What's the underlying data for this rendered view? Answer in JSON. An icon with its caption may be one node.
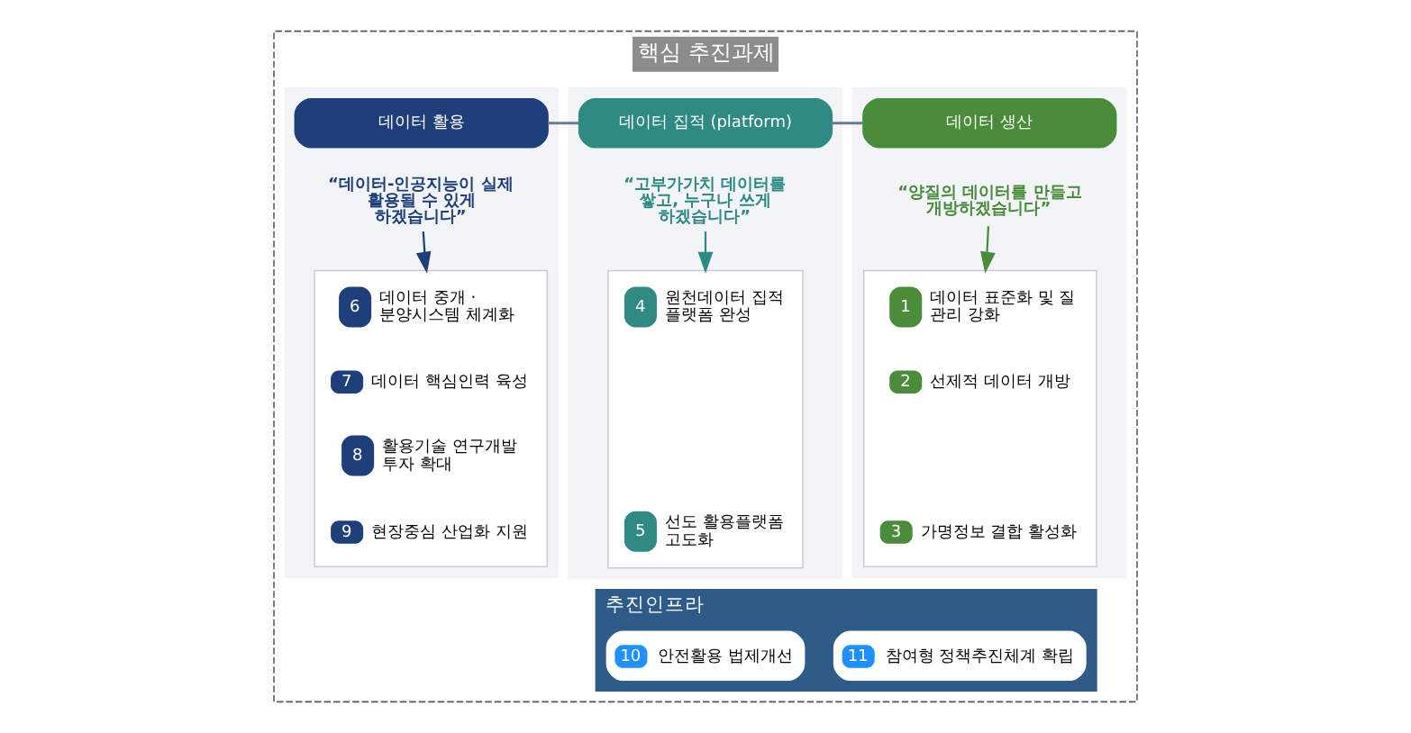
{
  "diagram": {
    "nodes": [
      {
        "text": [
          "핵심 추진과제"
        ]
      },
      {
        "text": [],
        "shape": "box",
        "in": 0
      },
      {
        "text": [
          "데이터 생산"
        ],
        "in": 1
      },
      {
        "text": [
          "“양질의 데이터를 만들고 개방하겠습니다”"
        ],
        "in": 1
      },
      {
        "text": [],
        "shape": "box",
        "in": 1
      },
      {
        "text": [
          "1",
          "데이터 표준화 및 질 관리 강화"
        ],
        "in": 4
      },
      {
        "text": [
          "2",
          "선제적 데이터 개방"
        ],
        "in": 4
      },
      {
        "text": [
          "3",
          "가명정보 결합 활성화"
        ],
        "in": 4
      },
      {
        "text": [],
        "shape": "box",
        "in": 0
      },
      {
        "text": [
          "데이터 집적 (platform)"
        ],
        "in": 8
      },
      {
        "text": [
          "“고부가가치 데이터를 쌓고, 누구나 쓰게 하겠습니다”"
        ],
        "in": 8
      },
      {
        "text": [],
        "shape": "box",
        "in": 8
      },
      {
        "text": [
          "4",
          "원천데이터 집적 플랫폼 완성"
        ],
        "in": 11
      },
      {
        "text": [
          "5",
          "선도 활용플랫폼 고도화"
        ],
        "in": 11
      },
      {
        "text": [],
        "shape": "box",
        "in": 0
      },
      {
        "text": [
          "데이터 활용"
        ],
        "in": 14
      },
      {
        "text": [
          "“데이터-인공지능이 실제 활용될 수 있게 하겠습니다”"
        ],
        "in": 14
      },
      {
        "text": [],
        "shape": "box",
        "in": 14
      },
      {
        "text": [
          "6",
          "데이터 중개 · 분양시스템 체계화"
        ],
        "in": 17
      },
      {
        "text": [
          "7",
          "데이터 핵심인력 육성"
        ],
        "in": 17
      },
      {
        "text": [
          "8",
          "활용기술 연구개발 투자 확대"
        ],
        "in": 17
      },
      {
        "text": [
          "9",
          "현장중심 산업화 지원"
        ],
        "in": 17
      },
      {
        "text": [
          "추진인프라"
        ],
        "in": 0
      },
      {
        "text": [
          "10",
          "안전활용 법제개선"
        ],
        "in": 22
      },
      {
        "text": [
          "11",
          "참여형 정책추진체계 확립"
        ],
        "in": 22
      }
    ],
    "edges": [
      {
        "from": 2,
        "to": 9,
        "arrow": "none"
      },
      {
        "from": 9,
        "to": 15,
        "arrow": "none"
      },
      {
        "from": 3,
        "to": 4,
        "arrow": "to",
        "color": "#4a8c3a"
      },
      {
        "from": 10,
        "to": 11,
        "arrow": "to",
        "color": "#2f8a84"
      },
      {
        "from": 16,
        "to": 17,
        "arrow": "to",
        "color": "#1f3f7a"
      }
    ]
  }
}
